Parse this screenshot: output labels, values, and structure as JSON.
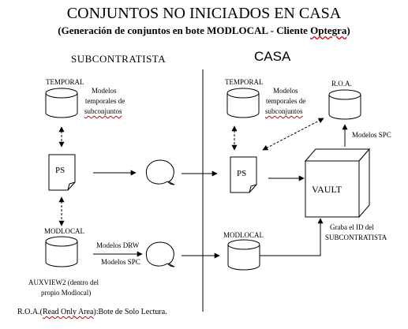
{
  "title": "CONJUNTOS NO INICIADOS EN CASA",
  "subtitle": {
    "prefix": "(Generación de conjuntos en bote MODLOCAL - Cliente ",
    "brand": "Optegra",
    "suffix": ")"
  },
  "sections": {
    "left": "SUBCONTRATISTA",
    "right": "CASA"
  },
  "subcontratista": {
    "temporal_label": "TEMPORAL",
    "temporal_note": [
      "Modelos",
      "temporales de",
      "subconjuntos"
    ],
    "ps_label": "PS",
    "modlocal_label": "MODLOCAL",
    "auxview_note": [
      "AUXVIEW2 (dentro del",
      "propio Modlocal)"
    ],
    "models_drw": "Modelos DRW",
    "models_spc": "Modelos SPC"
  },
  "casa": {
    "temporal_label": "TEMPORAL",
    "temporal_note": [
      "Modelos",
      "temporales de",
      "subconjuntos"
    ],
    "ps_label": "PS",
    "vault_label": "VAULT",
    "roa_label": "R.O.A.",
    "models_spc": "Modelos SPC",
    "modlocal_label": "MODLOCAL",
    "grab_note": [
      "Graba el ID del",
      "SUBCONTRATISTA"
    ]
  },
  "footnote": {
    "prefix": "R.O.A.(",
    "underlined": "Read Only Area",
    "suffix": "):Bote de Solo Lectura."
  }
}
